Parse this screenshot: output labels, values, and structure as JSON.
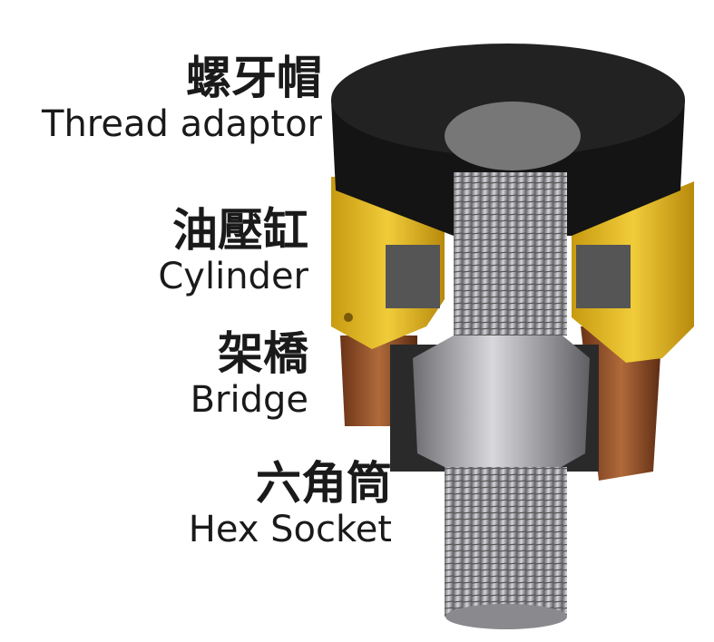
{
  "labels": [
    {
      "zh": "螺牙帽",
      "en": "Thread adaptor"
    },
    {
      "zh": "油壓缸",
      "en": "Cylinder"
    },
    {
      "zh": "架橋",
      "en": "Bridge"
    },
    {
      "zh": "六角筒",
      "en": "Hex Socket"
    }
  ],
  "colors": {
    "cap": "#111111",
    "cylinder": "#d9b21a",
    "bridge": "#8a4a24",
    "steel": "#9a9a9e"
  }
}
